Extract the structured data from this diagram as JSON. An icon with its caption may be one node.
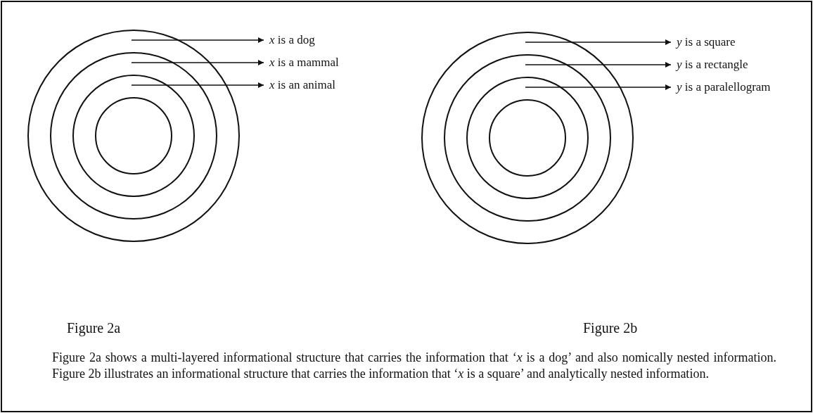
{
  "diagram": {
    "caption": "Figure 2a shows a multi-layered informational structure that carries the information that ‘*x* is a dog’ and also nomically nested information. Figure 2b illustrates an informational structure that carries the information that ‘*x* is a square’ and analytically nested information.",
    "nodes": [
      {
        "text": [],
        "shape": "circle"
      },
      {
        "text": [],
        "shape": "circle",
        "in": 0
      },
      {
        "text": [],
        "shape": "circle",
        "in": 1
      },
      {
        "text": [],
        "shape": "circle",
        "in": 2
      },
      {
        "text": [
          "*x* is a dog"
        ]
      },
      {
        "text": [
          "*x* is a mammal"
        ]
      },
      {
        "text": [
          "*x* is an animal"
        ]
      },
      {
        "text": [],
        "shape": "circle"
      },
      {
        "text": [],
        "shape": "circle",
        "in": 7
      },
      {
        "text": [],
        "shape": "circle",
        "in": 8
      },
      {
        "text": [],
        "shape": "circle",
        "in": 9
      },
      {
        "text": [
          "*y* is a square"
        ]
      },
      {
        "text": [
          "*y* is a rectangle"
        ]
      },
      {
        "text": [
          "*y* is a paralellogram"
        ]
      }
    ],
    "edges": [
      {
        "from": 0,
        "to": 4,
        "arrow": "to"
      },
      {
        "from": 1,
        "to": 5,
        "arrow": "to"
      },
      {
        "from": 2,
        "to": 6,
        "arrow": "to"
      },
      {
        "from": 7,
        "to": 11,
        "arrow": "to"
      },
      {
        "from": 8,
        "to": 12,
        "arrow": "to"
      },
      {
        "from": 9,
        "to": 13,
        "arrow": "to"
      }
    ],
    "labels": [
      "Figure 2a",
      "Figure 2b"
    ]
  }
}
